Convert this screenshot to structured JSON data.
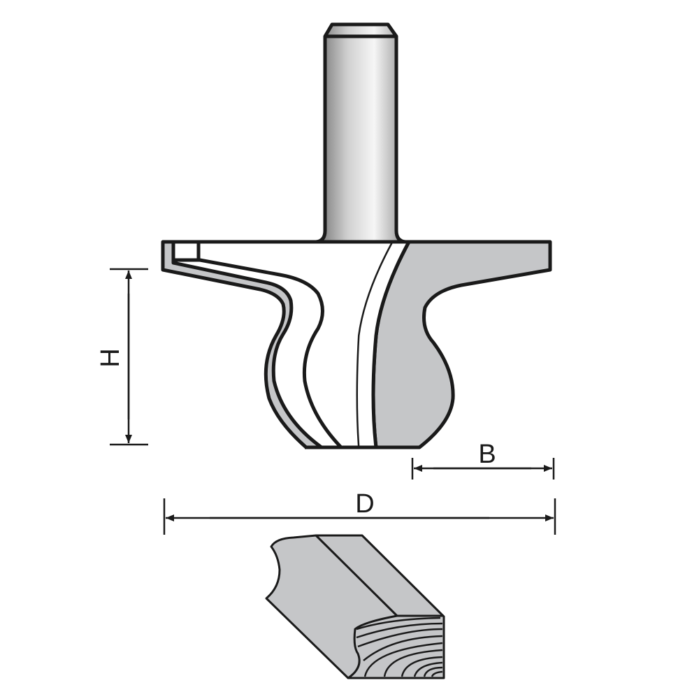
{
  "diagram": {
    "subject": "router bit with profile",
    "colors": {
      "outline": "#1a1a1a",
      "cutter_fill": "#c5c6c8",
      "background": "#ffffff",
      "shank_dark": "#6e6e6e",
      "shank_light": "#f2f2f2"
    },
    "parts": {
      "shank": "shank",
      "cutter_body": "cutter",
      "carbide_left": "left carbide insert",
      "carbide_right": "right carbide insert",
      "workpiece": "moulded wood profile"
    },
    "dimensions": {
      "height": {
        "label": "H",
        "orientation": "vertical"
      },
      "profile_width": {
        "label": "B",
        "orientation": "horizontal"
      },
      "diameter": {
        "label": "D",
        "orientation": "horizontal"
      }
    }
  }
}
